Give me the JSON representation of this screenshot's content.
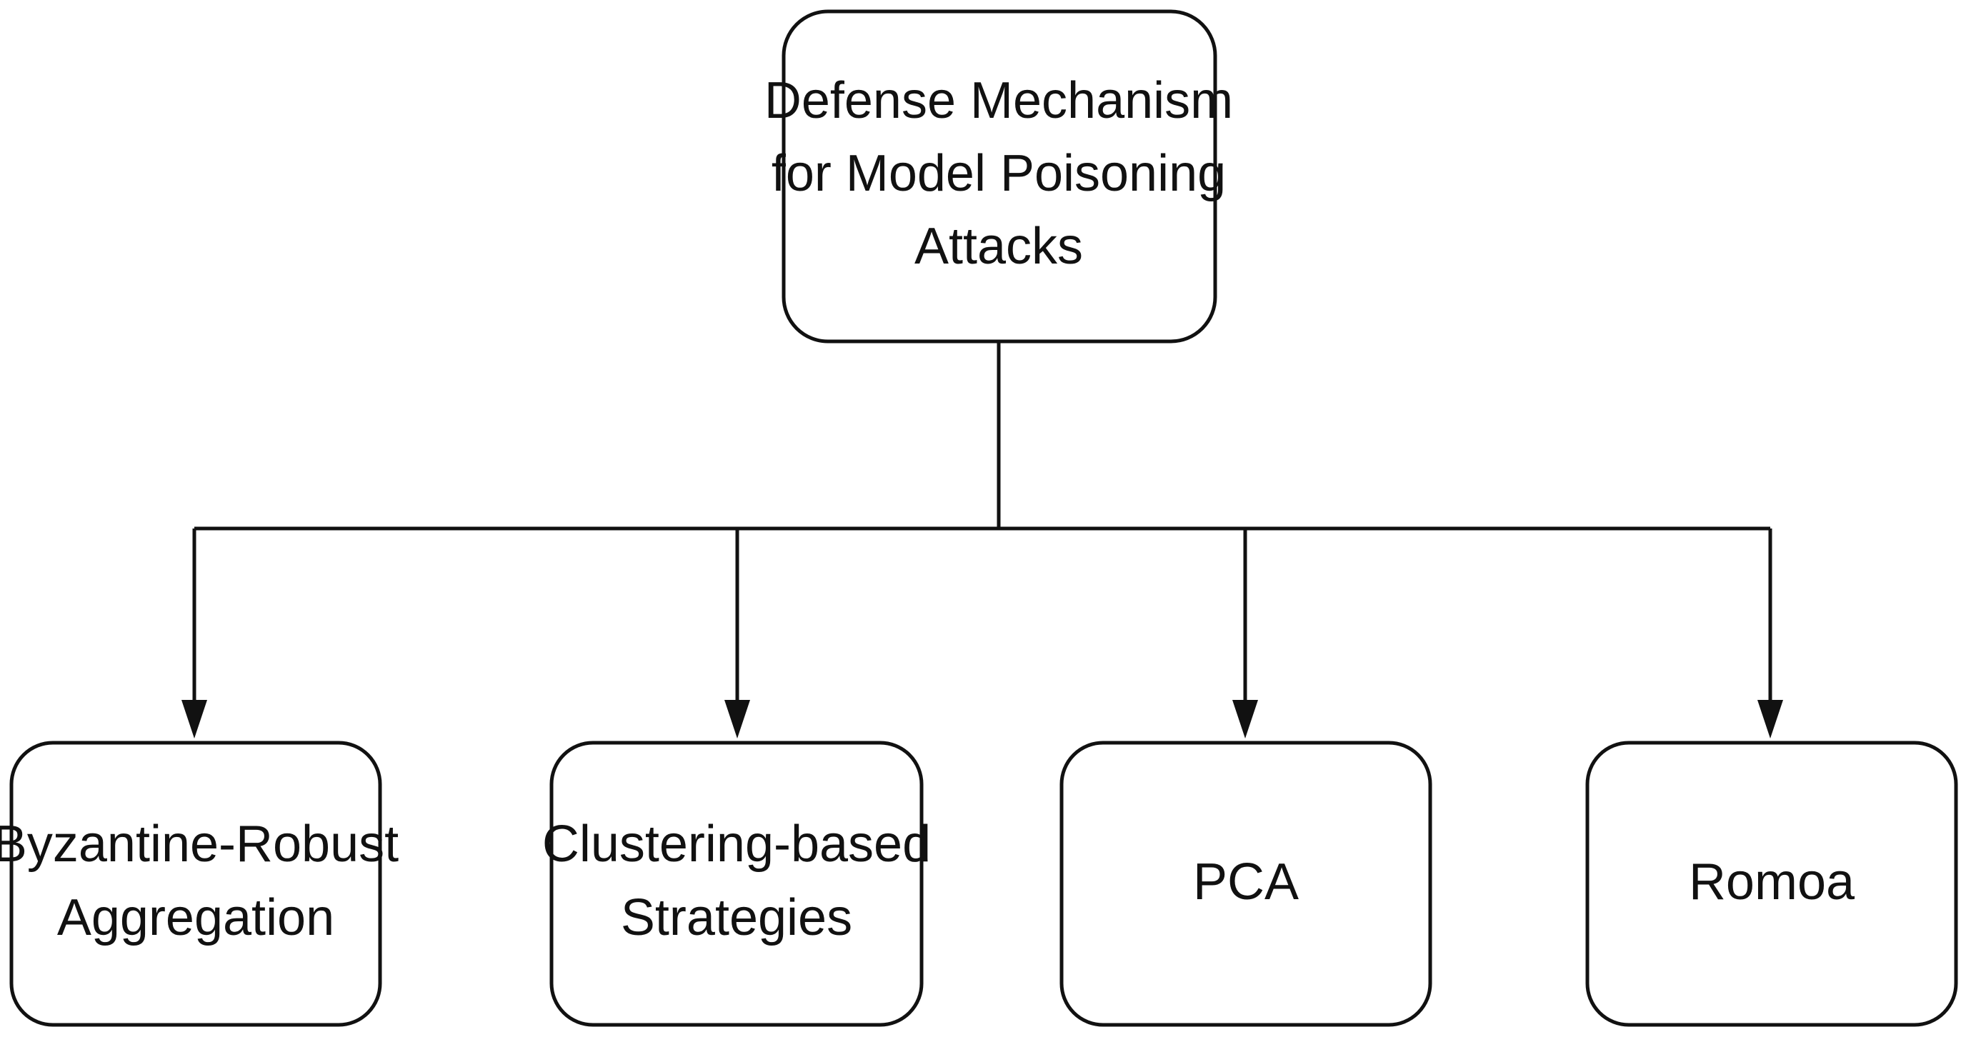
{
  "root": {
    "lines": [
      "Defense Mechanism",
      "for Model Poisoning",
      "Attacks"
    ]
  },
  "children": [
    {
      "lines": [
        "Byzantine-Robust",
        "Aggregation"
      ]
    },
    {
      "lines": [
        "Clustering-based",
        "Strategies"
      ]
    },
    {
      "lines": [
        "PCA"
      ]
    },
    {
      "lines": [
        "Romoa"
      ]
    }
  ],
  "colors": {
    "stroke": "#111111",
    "fill": "#ffffff",
    "text": "#111111"
  }
}
